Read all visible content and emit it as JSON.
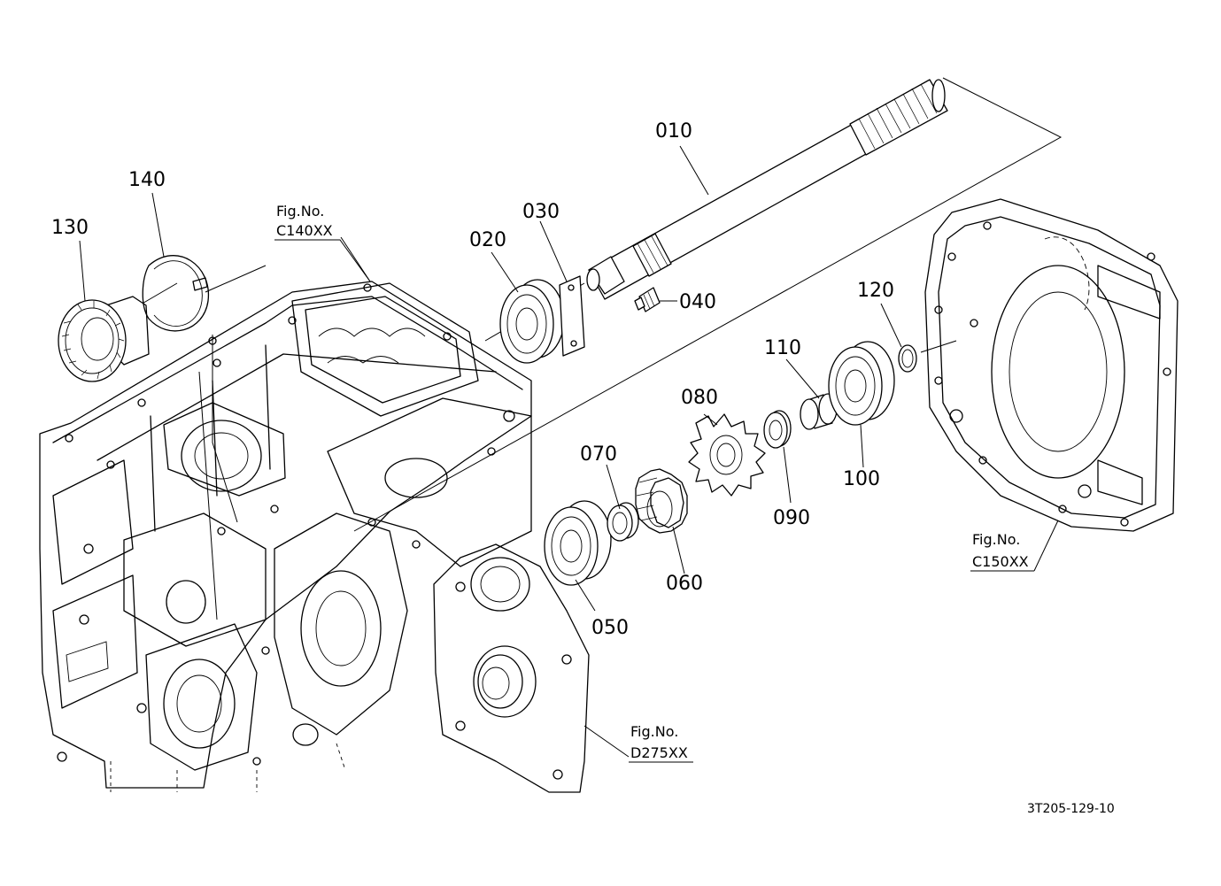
{
  "parts": [
    {
      "id": "010"
    },
    {
      "id": "020"
    },
    {
      "id": "030"
    },
    {
      "id": "040"
    },
    {
      "id": "050"
    },
    {
      "id": "060"
    },
    {
      "id": "070"
    },
    {
      "id": "080"
    },
    {
      "id": "090"
    },
    {
      "id": "100"
    },
    {
      "id": "110"
    },
    {
      "id": "120"
    },
    {
      "id": "130"
    },
    {
      "id": "140"
    }
  ],
  "figure_refs": [
    {
      "line1": "Fig.No.",
      "line2": "C140XX"
    },
    {
      "line1": "Fig.No.",
      "line2": "C150XX"
    },
    {
      "line1": "Fig.No.",
      "line2": "D275XX"
    }
  ],
  "drawing_code": "3T205-129-10"
}
